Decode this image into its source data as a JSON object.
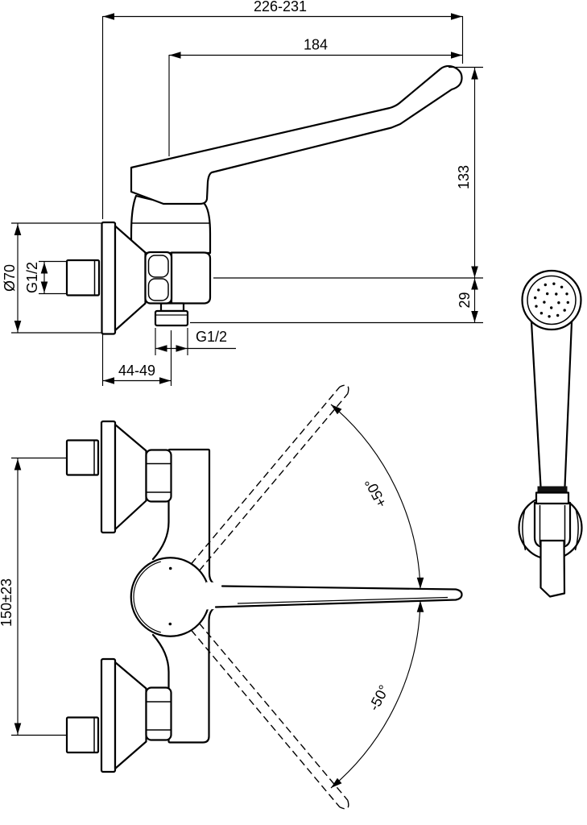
{
  "colors": {
    "background": "#ffffff",
    "line": "#000000"
  },
  "dimensions": {
    "total_width": "226-231",
    "lever_length": "184",
    "tip_height": "133",
    "outlet_offset": "29",
    "flange_diameter": "Ø70",
    "inlet_thread": "G1/2",
    "outlet_thread": "G1/2",
    "projection": "44-49",
    "pipe_spacing": "150±23",
    "swivel_up": "+50°",
    "swivel_down": "-50°"
  }
}
